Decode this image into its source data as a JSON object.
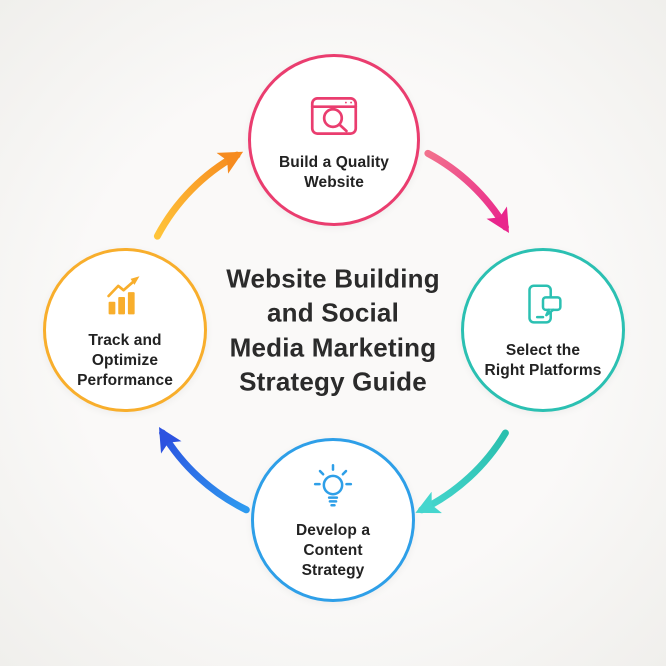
{
  "title": {
    "text": "Website Building\nand Social\nMedia Marketing\nStrategy Guide",
    "color": "#2b2b2b"
  },
  "background_color": "#f6f5f3",
  "steps": [
    {
      "label": "Build a Quality\nWebsite",
      "color": "#ea3d6f",
      "icon": "browser-search-icon",
      "position": "top"
    },
    {
      "label": "Select the\nRight Platforms",
      "color": "#2bc0b2",
      "icon": "phone-chat-icon",
      "position": "right"
    },
    {
      "label": "Develop a\nContent\nStrategy",
      "color": "#2e9fe8",
      "icon": "lightbulb-icon",
      "position": "bottom"
    },
    {
      "label": "Track and\nOptimize\nPerformance",
      "color": "#f8ae2c",
      "icon": "bar-chart-arrow-icon",
      "position": "left"
    }
  ],
  "arrows": [
    {
      "from": "Track and Optimize Performance",
      "to": "Build a Quality Website",
      "color_start": "#ffc43a",
      "color_end": "#f68b1f"
    },
    {
      "from": "Build a Quality Website",
      "to": "Select the Right Platforms",
      "color_start": "#f2718d",
      "color_end": "#e9258c"
    },
    {
      "from": "Select the Right Platforms",
      "to": "Develop a Content Strategy",
      "color_start": "#2abfae",
      "color_end": "#45d6ce"
    },
    {
      "from": "Develop a Content Strategy",
      "to": "Track and Optimize Performance",
      "color_start": "#2e9bf0",
      "color_end": "#2c52e0"
    }
  ]
}
